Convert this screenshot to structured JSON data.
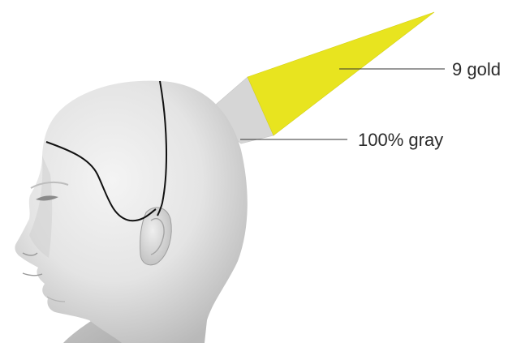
{
  "labels": {
    "tip": "9 gold",
    "base": "100% gray"
  },
  "colors": {
    "tip_section": "#e8e41f",
    "base_section": "#d9d9d9",
    "skin_light": "#f1f1f1",
    "skin_mid": "#d8d8d8",
    "skin_shadow": "#a9a9a9",
    "section_line": "#111111",
    "leader_line": "#333333"
  },
  "icons": {
    "head": "head-profile-illustration",
    "strand": "hair-strand-illustration"
  }
}
